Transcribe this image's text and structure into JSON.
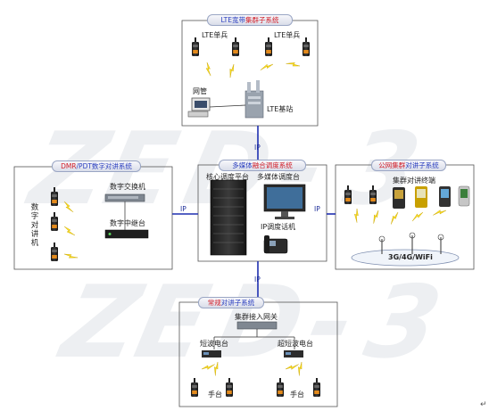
{
  "lte": {
    "title_blue": "LTE宽带",
    "title_red": "集群子系统",
    "terminal_left": "LTE单兵",
    "terminal_right": "LTE单兵",
    "netmgmt": "网管",
    "basestation": "LTE基站"
  },
  "center": {
    "title_blue": "多媒体",
    "title_red": "融合调度系统",
    "core_platform": "核心调度平台",
    "multimedia_console": "多媒体调度台",
    "ip_phone": "IP调度话机"
  },
  "dmr": {
    "title_red": "DMR",
    "title_blue": "/PDT数字对讲系统",
    "switch": "数字交换机",
    "repeater": "数字中继台",
    "vertical_label": "数字对讲机"
  },
  "public": {
    "title_red": "公网集群",
    "title_blue": "对讲子系统",
    "terminals": "集群对讲终端",
    "network": "3G/4G/WiFi"
  },
  "conventional": {
    "title_red": "常规",
    "title_blue": "对讲子系统",
    "gateway": "集群接入网关",
    "shortwave": "短波电台",
    "ultrashortwave": "超短波电台",
    "handset_left": "手台",
    "handset_right": "手台"
  },
  "links": {
    "top": "IP",
    "left": "IP",
    "right": "IP",
    "bottom": "IP"
  },
  "watermark": "ZED-3",
  "corner_mark": "↵"
}
